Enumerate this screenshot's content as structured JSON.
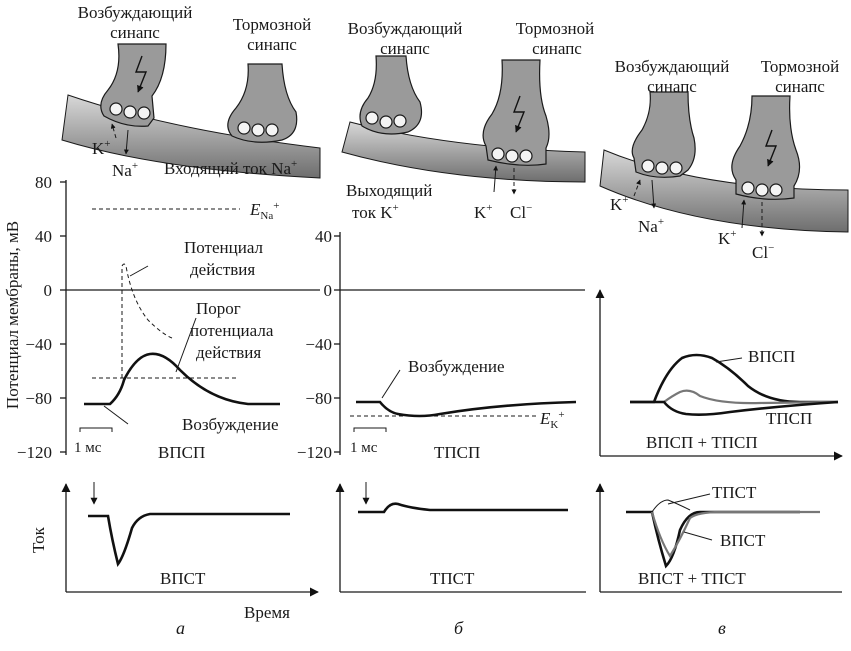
{
  "panels": {
    "a": {
      "letter": "а",
      "excitatory": "Возбуждающий синапс",
      "excitatory_l1": "Возбуждающий",
      "excitatory_l2": "синапс",
      "inhibitory_l1": "Тормозной",
      "inhibitory_l2": "синапс",
      "ion_k": "K",
      "ion_na": "Na",
      "current_in": "Входящий ток Na",
      "e_na_sym": "E",
      "e_na_sub": "Na",
      "ap_l1": "Потенциал",
      "ap_l2": "действия",
      "thr_l1": "Порог",
      "thr_l2": "потенциала",
      "thr_l3": "действия",
      "excite": "Возбуждение",
      "scale": "1 мс",
      "potential_name": "ВПСП",
      "current_name": "ВПСТ",
      "x_axis": "Время",
      "y_axis": "Потенциал мембраны, мВ",
      "y_current": "Ток",
      "ticks": [
        "80",
        "40",
        "0",
        "−40",
        "−80",
        "−120"
      ]
    },
    "b": {
      "letter": "б",
      "excitatory_l1": "Возбуждающий",
      "excitatory_l2": "синапс",
      "inhibitory_l1": "Тормозной",
      "inhibitory_l2": "синапс",
      "current_out_l1": "Выходящий",
      "current_out_l2": "ток K",
      "ion_k": "K",
      "ion_cl": "Cl",
      "excite": "Возбуждение",
      "e_k_sym": "E",
      "e_k_sub": "K",
      "scale": "1 мс",
      "potential_name": "ТПСП",
      "current_name": "ТПСТ",
      "ticks": [
        "40",
        "0",
        "−40",
        "−80",
        "−120"
      ]
    },
    "c": {
      "letter": "в",
      "excitatory_l1": "Возбуждающий",
      "excitatory_l2": "синапс",
      "inhibitory_l1": "Тормозной",
      "inhibitory_l2": "синапс",
      "ion_k": "K",
      "ion_na": "Na",
      "ion_k2": "K",
      "ion_cl": "Cl",
      "epsp": "ВПСП",
      "ipsp": "ТПСП",
      "potential_name": "ВПСП + ТПСП",
      "ipsc": "ТПСТ",
      "epsc": "ВПСТ",
      "current_name": "ВПСТ + ТПСТ"
    }
  }
}
